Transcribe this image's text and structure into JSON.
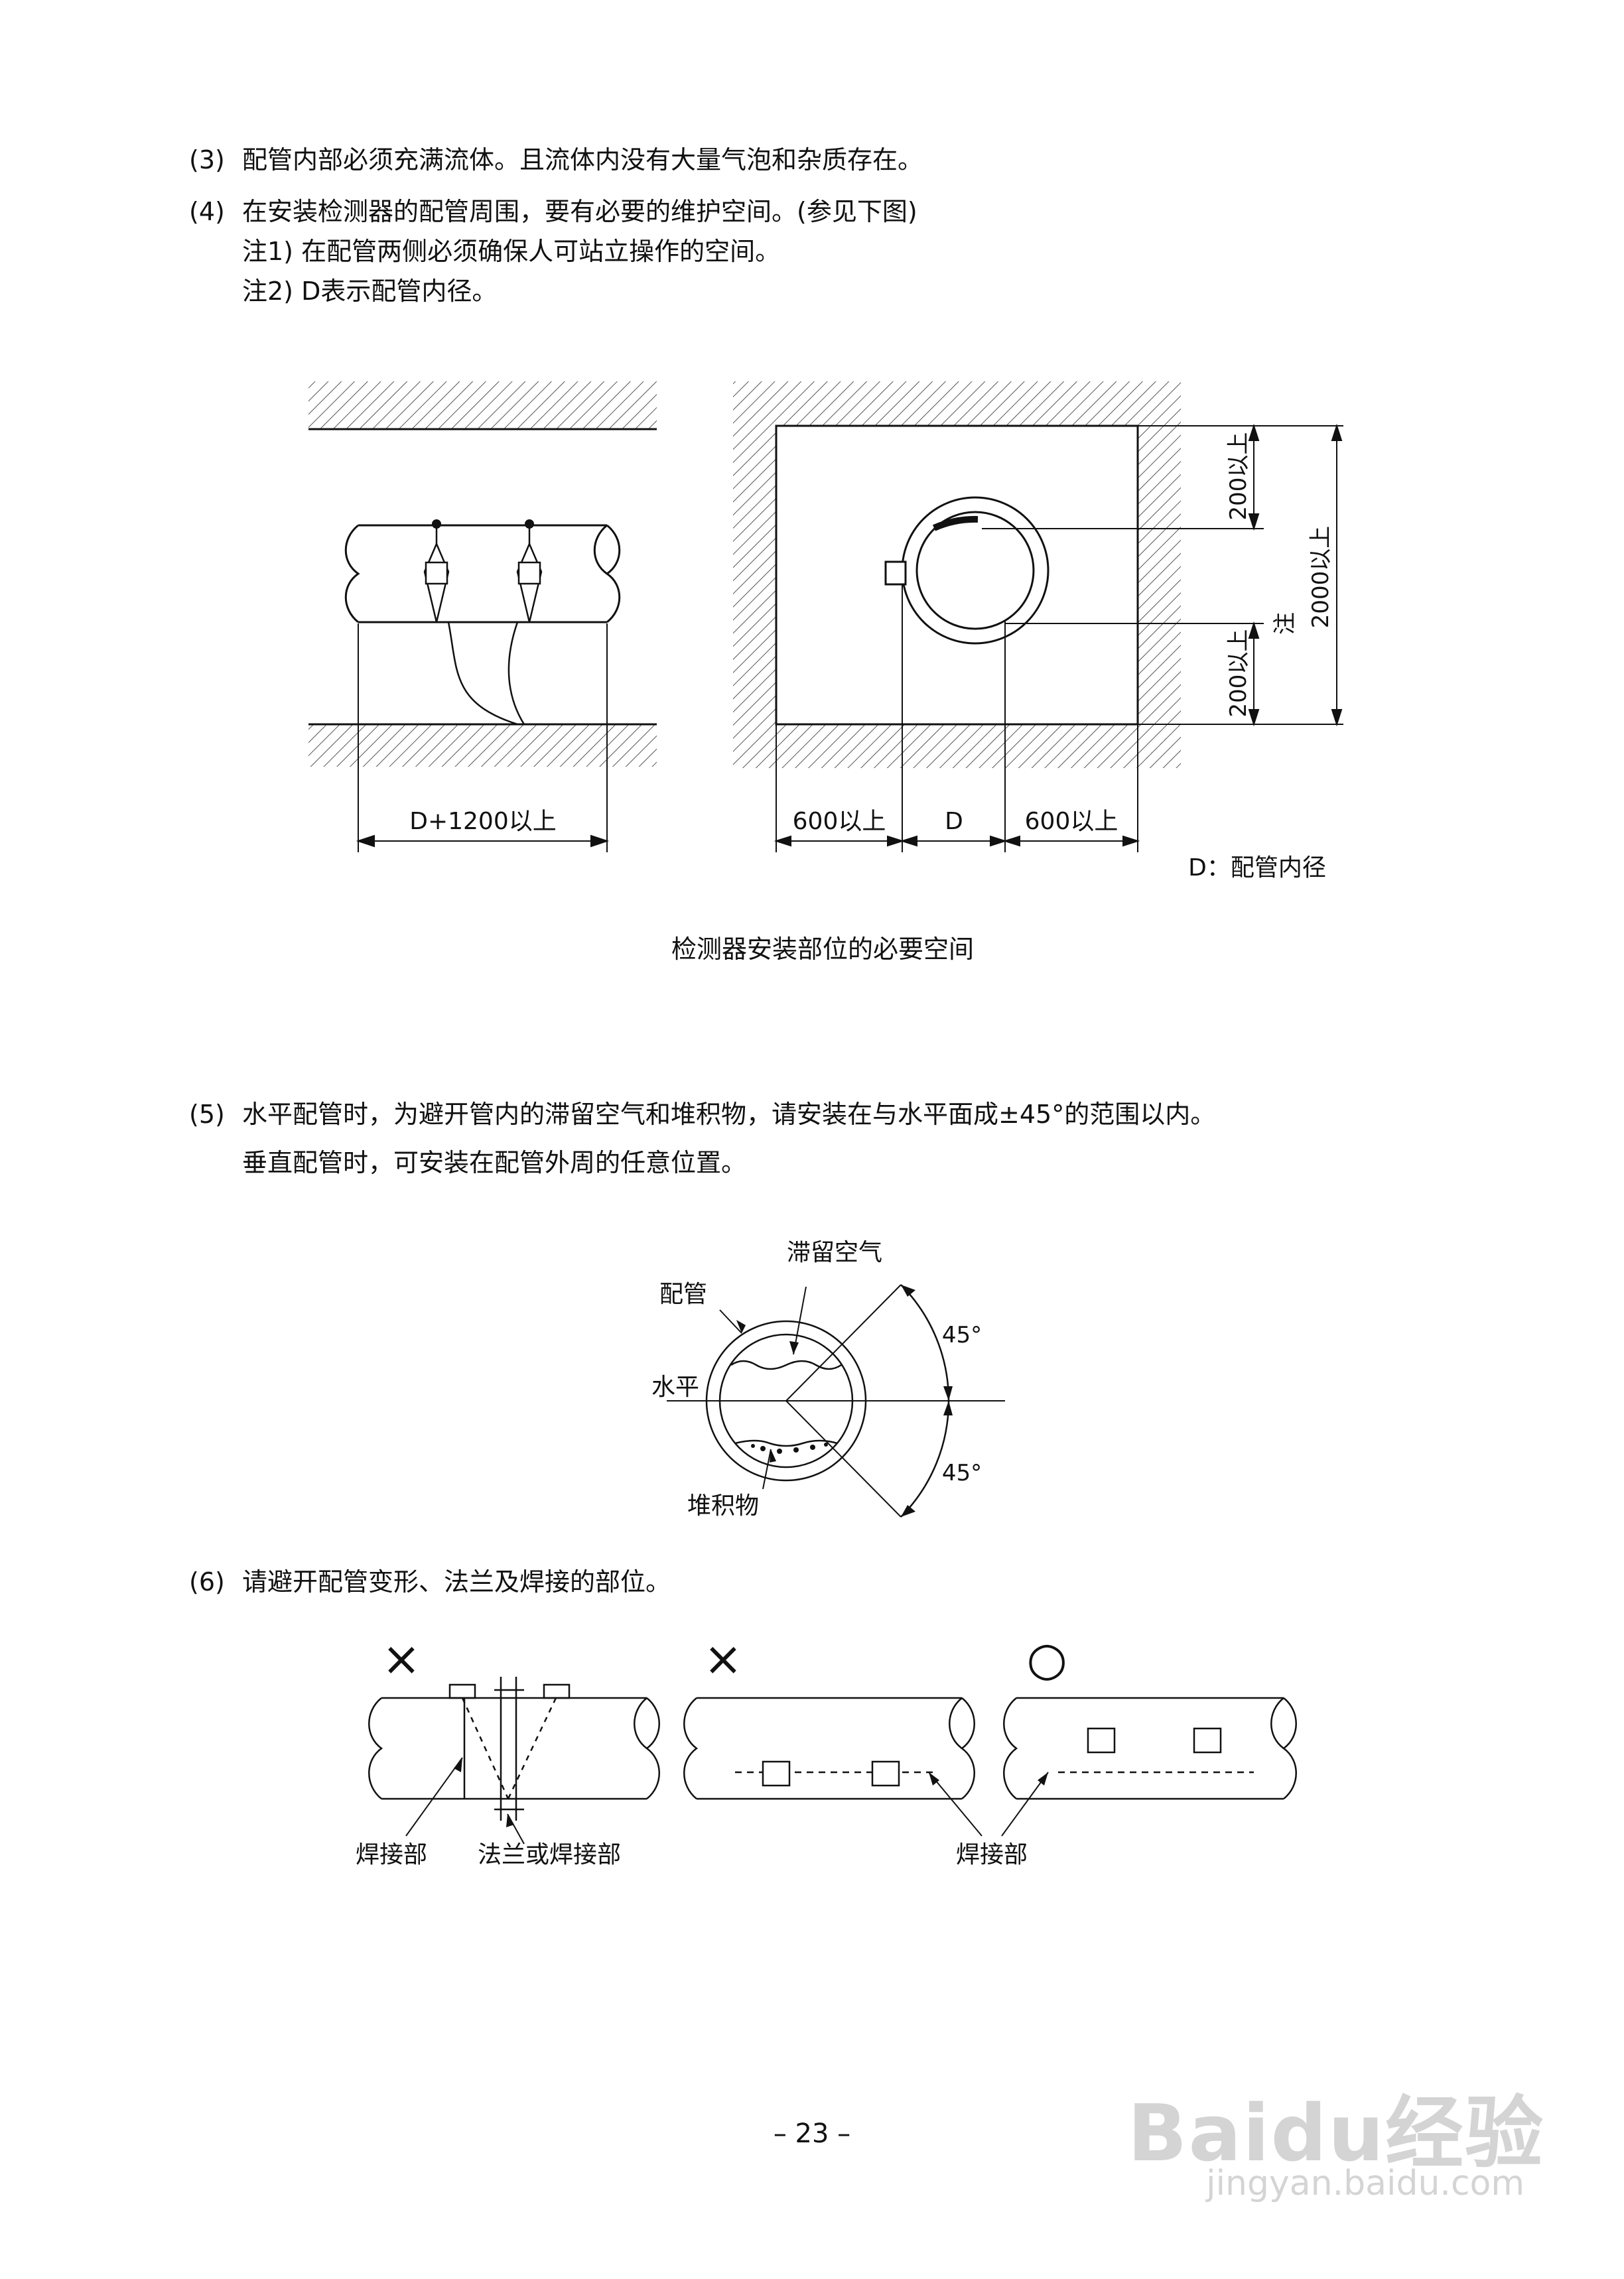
{
  "items": {
    "i3": {
      "num": "(3)",
      "text": "配管内部必须充满流体。且流体内没有大量气泡和杂质存在。"
    },
    "i4": {
      "num": "(4)",
      "text": "在安装检测器的配管周围，要有必要的维护空间。(参见下图)",
      "note1": "注1) 在配管两侧必须确保人可站立操作的空间。",
      "note2": "注2) D表示配管内径。"
    },
    "i5": {
      "num": "(5)",
      "text": "水平配管时，为避开管内的滞留空气和堆积物，请安装在与水平面成±45°的范围以内。",
      "text2": "垂直配管时，可安装在配管外周的任意位置。"
    },
    "i6": {
      "num": "(6)",
      "text": "请避开配管变形、法兰及焊接的部位。"
    }
  },
  "fig1": {
    "left_dim": "D+1200以上",
    "dim_600_left": "600以上",
    "dim_d": "D",
    "dim_600_right": "600以上",
    "dim_200_top": "200以上",
    "dim_200_bottom": "200以上",
    "dim_2000": "2000以上",
    "note_mark": "注",
    "legend": "D：配管内径",
    "caption": "检测器安装部位的必要空间"
  },
  "fig2": {
    "pipe": "配管",
    "air": "滞留空气",
    "horizontal": "水平",
    "deposit": "堆积物",
    "angle_top": "45°",
    "angle_bottom": "45°"
  },
  "fig3": {
    "mark_bad1": "×",
    "mark_bad2": "×",
    "mark_ok": "○",
    "weld": "焊接部",
    "flange": "法兰或焊接部",
    "weld2": "焊接部"
  },
  "page_number": "– 23 –",
  "watermark": {
    "logo": "Baidu经验",
    "url": "jingyan.baidu.com"
  }
}
